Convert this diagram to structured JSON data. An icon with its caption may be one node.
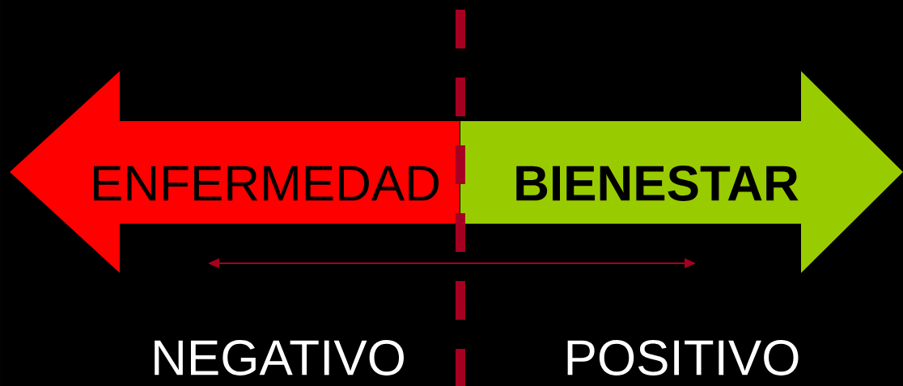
{
  "diagram": {
    "nodes": [
      {
        "text": [
          "ENFERMEDAD"
        ]
      },
      {
        "text": [
          "BIENESTAR"
        ]
      }
    ],
    "labels": [
      "NEGATIVO",
      "POSITIVO"
    ]
  }
}
